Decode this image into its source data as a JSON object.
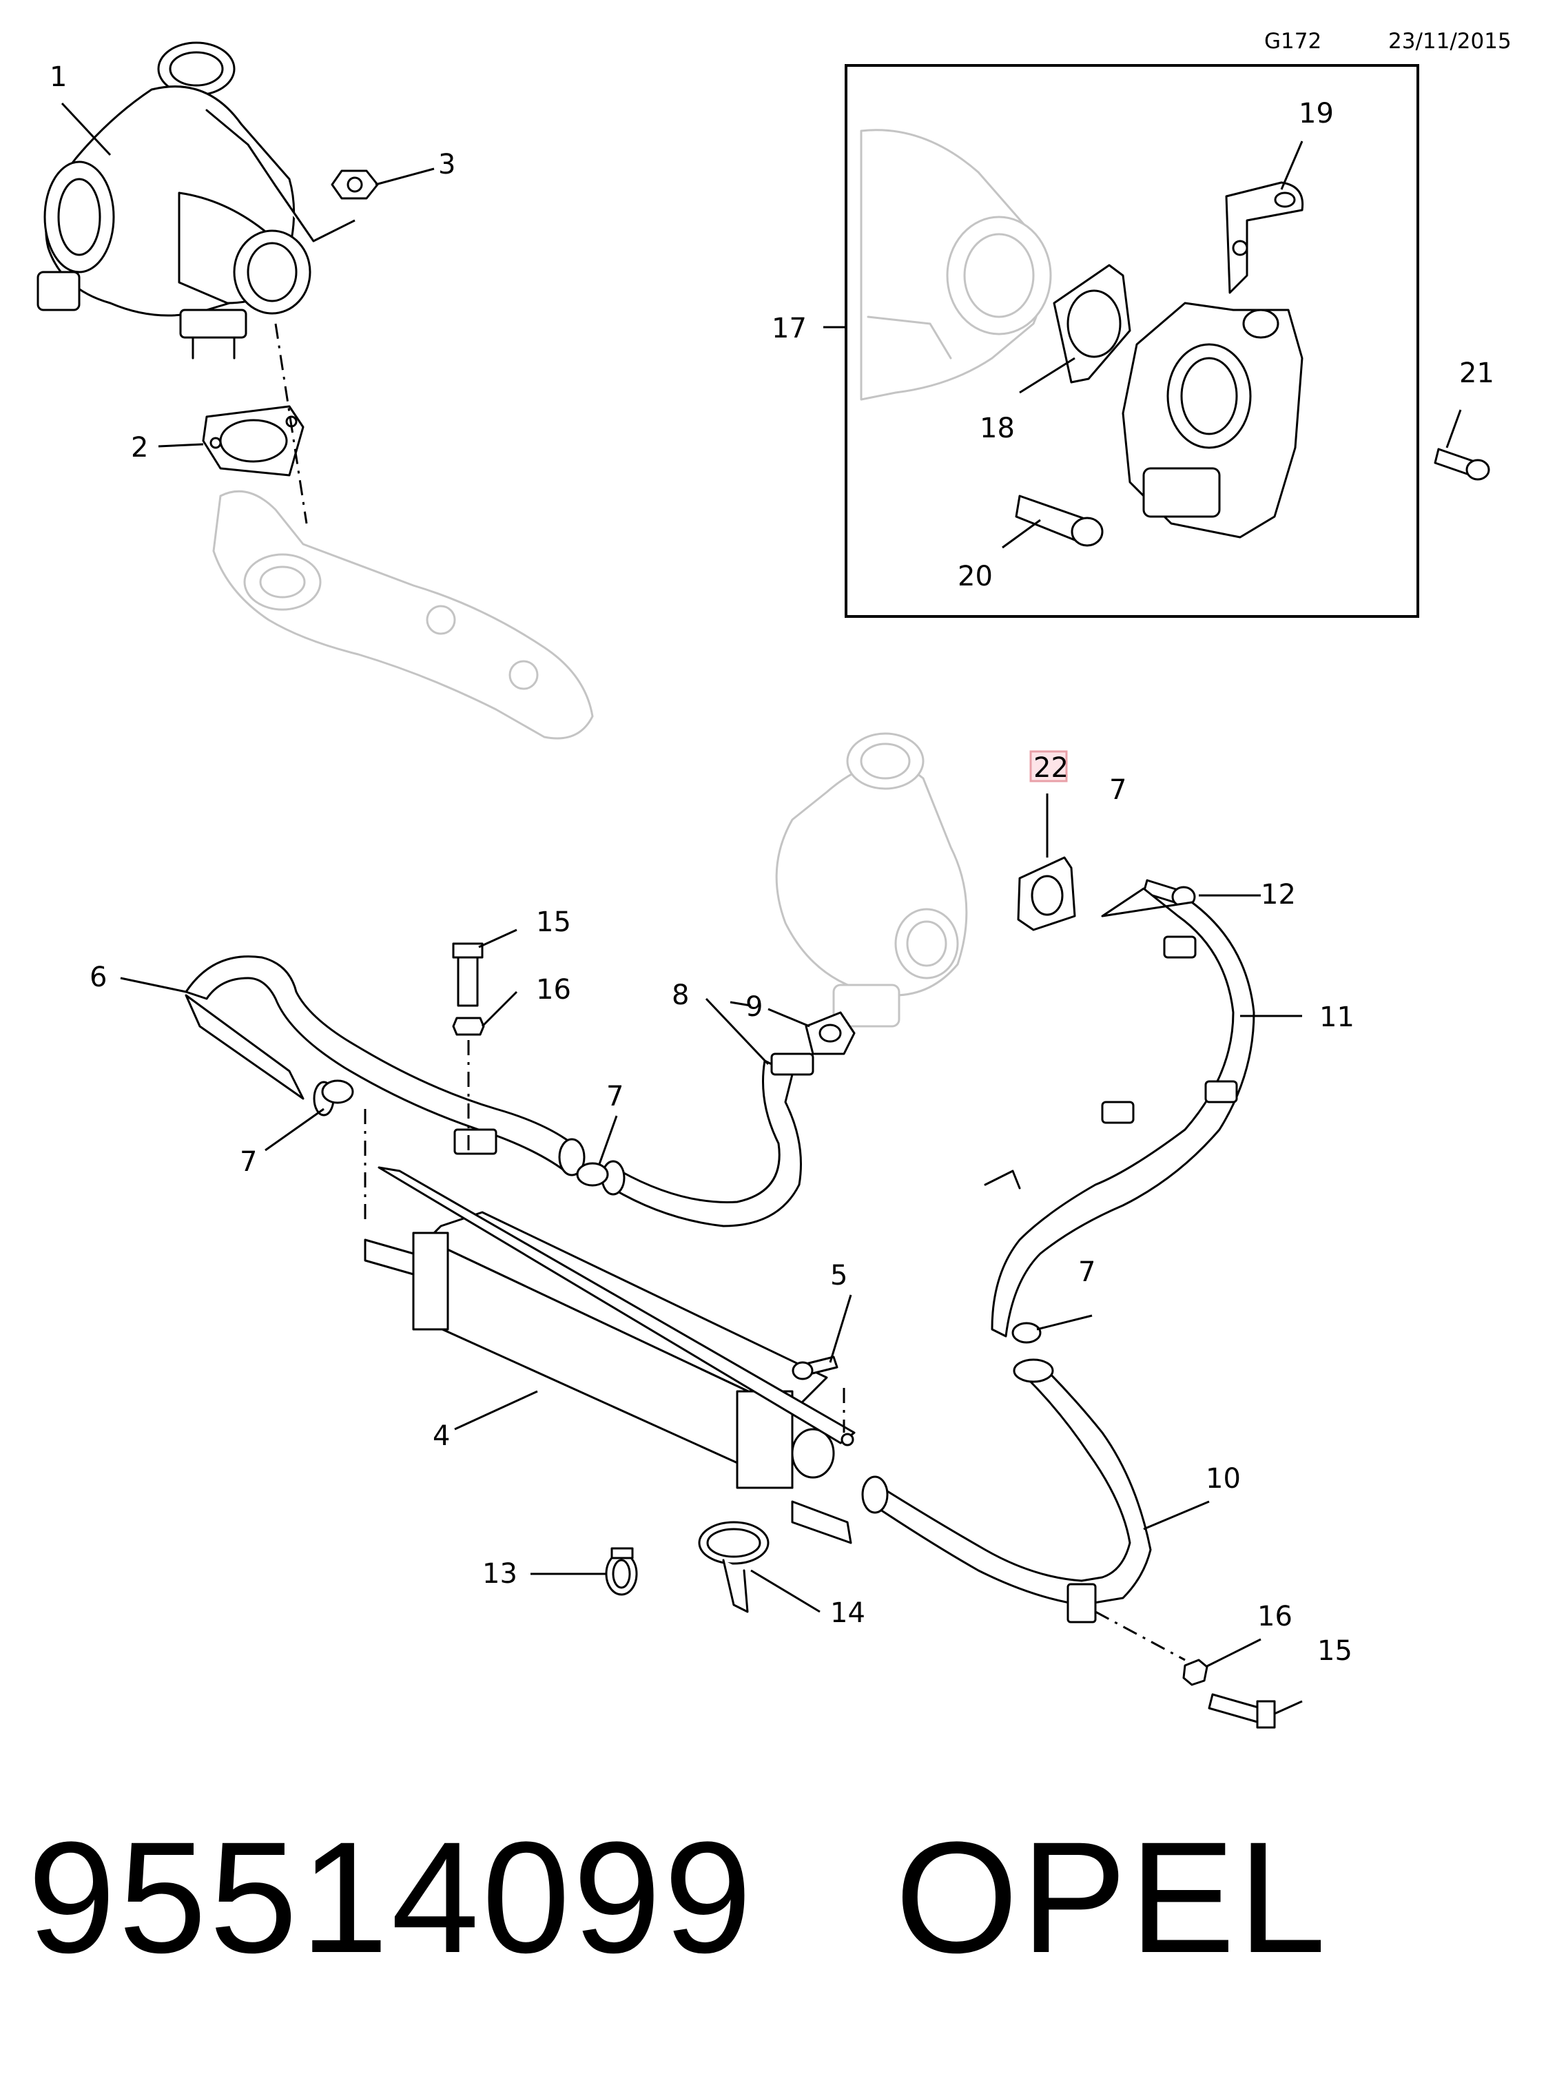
{
  "header": {
    "code": "G172",
    "date": "23/11/2015"
  },
  "callouts": [
    "1",
    "2",
    "3",
    "4",
    "5",
    "6",
    "7",
    "7",
    "7",
    "7",
    "8",
    "9",
    "10",
    "11",
    "12",
    "13",
    "14",
    "15",
    "15",
    "16",
    "16",
    "17",
    "18",
    "19",
    "20",
    "21",
    "22"
  ],
  "highlight": {
    "label": "22",
    "color": "#e8a0a8"
  },
  "footer": {
    "part_number": "95514099",
    "brand": "OPEL"
  }
}
